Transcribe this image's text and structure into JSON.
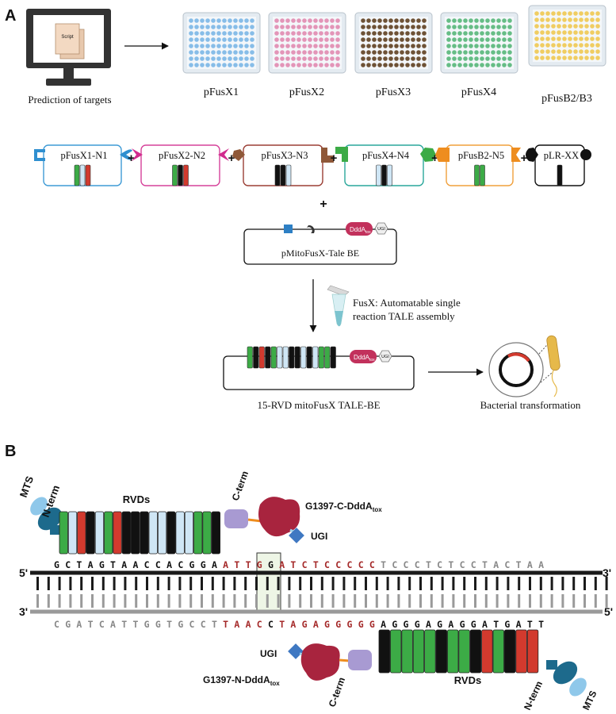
{
  "panel_a": {
    "label": "A",
    "computer_caption": "Prediction of targets",
    "script_label": "Script",
    "plates": [
      {
        "label": "pFusX1",
        "color": "#87bde8"
      },
      {
        "label": "pFusX2",
        "color": "#e395b8"
      },
      {
        "label": "pFusX3",
        "color": "#6e5236"
      },
      {
        "label": "pFusX4",
        "color": "#66bd86"
      },
      {
        "label": "pFusB2/B3",
        "color": "#f0cd62"
      }
    ],
    "plasmids": [
      {
        "label": "pFusX1-N1",
        "border": "#3f9bd6",
        "end_color": "#2f8fd0",
        "rvds": [
          "#3cab46",
          "#cfe6f5",
          "#d23a2e"
        ]
      },
      {
        "label": "pFusX2-N2",
        "border": "#d6429a",
        "end_color": "#d12b8e",
        "rvds": [
          "#3cab46",
          "#111111",
          "#d23a2e"
        ]
      },
      {
        "label": "pFusX3-N3",
        "border": "#9b3f35",
        "end_color": "#8f5838",
        "rvds": [
          "#111111",
          "#111111",
          "#cfe6f5"
        ]
      },
      {
        "label": "pFusX4-N4",
        "border": "#2aa79b",
        "end_color": "#3cab46",
        "rvds": [
          "#cfe6f5",
          "#111111",
          "#cfe6f5"
        ]
      },
      {
        "label": "pFusB2-N5",
        "border": "#f0a03c",
        "end_color": "#ee8d1f",
        "rvds": [
          "#3cab46",
          "#3cab46"
        ]
      },
      {
        "label": "pLR-XX",
        "border": "#111111",
        "end_color": "#111111",
        "rvds": [
          "#111111"
        ]
      }
    ],
    "plus_sign": "+",
    "backbone_label": "pMitoFusX-Tale BE",
    "ddda_label": "DddA",
    "ddda_sub": "tox",
    "ugi_label": "UGI",
    "fusx_line1": "FusX: Automatable single",
    "fusx_line2": "reaction TALE assembly",
    "final_label": "15-RVD mitoFusX TALE-BE",
    "final_rvds": [
      "#3cab46",
      "#111111",
      "#d23a2e",
      "#111111",
      "#3cab46",
      "#cfe6f5",
      "#cfe6f5",
      "#111111",
      "#111111",
      "#cfe6f5",
      "#111111",
      "#cfe6f5",
      "#3cab46",
      "#3cab46",
      "#111111"
    ],
    "bacteria_caption": "Bacterial transformation"
  },
  "panel_b": {
    "label": "B",
    "mts": "MTS",
    "n_term": "N-term",
    "c_term": "C-term",
    "rvds": "RVDs",
    "top_ddda_prefix": "G1397-C-DddA",
    "bottom_ddda_prefix": "G1397-N-DddA",
    "ddda_sub": "tox",
    "ugi": "UGI",
    "five_prime": "5'",
    "three_prime": "3'",
    "top_rvds": [
      "#3cab46",
      "#cfe6f5",
      "#d23a2e",
      "#111111",
      "#cfe6f5",
      "#3cab46",
      "#d23a2e",
      "#111111",
      "#111111",
      "#111111",
      "#cfe6f5",
      "#cfe6f5",
      "#111111",
      "#cfe6f5",
      "#cfe6f5",
      "#3cab46",
      "#3cab46",
      "#111111"
    ],
    "bottom_rvds": [
      "#111111",
      "#3cab46",
      "#3cab46",
      "#3cab46",
      "#3cab46",
      "#111111",
      "#3cab46",
      "#3cab46",
      "#111111",
      "#d23a2e",
      "#3cab46",
      "#111111",
      "#d23a2e",
      "#d23a2e"
    ],
    "top_seq": [
      {
        "text": "GCTAGTAACCACGGA",
        "color": "#111111"
      },
      {
        "text": "ATTG",
        "color": "#a52a2a"
      },
      {
        "text": "G",
        "color": "#111111"
      },
      {
        "text": "ATCTCCCCC",
        "color": "#a52a2a"
      },
      {
        "text": "TCCCTCTCCTACTAA",
        "color": "#888888"
      }
    ],
    "bottom_seq": [
      {
        "text": "CGATCATTGGTGCCT",
        "color": "#888888"
      },
      {
        "text": "TAAC",
        "color": "#a52a2a"
      },
      {
        "text": "C",
        "color": "#111111"
      },
      {
        "text": "TAGAGGGGG",
        "color": "#a52a2a"
      },
      {
        "text": "AGGGAGAGGATGATT",
        "color": "#111111"
      }
    ]
  }
}
